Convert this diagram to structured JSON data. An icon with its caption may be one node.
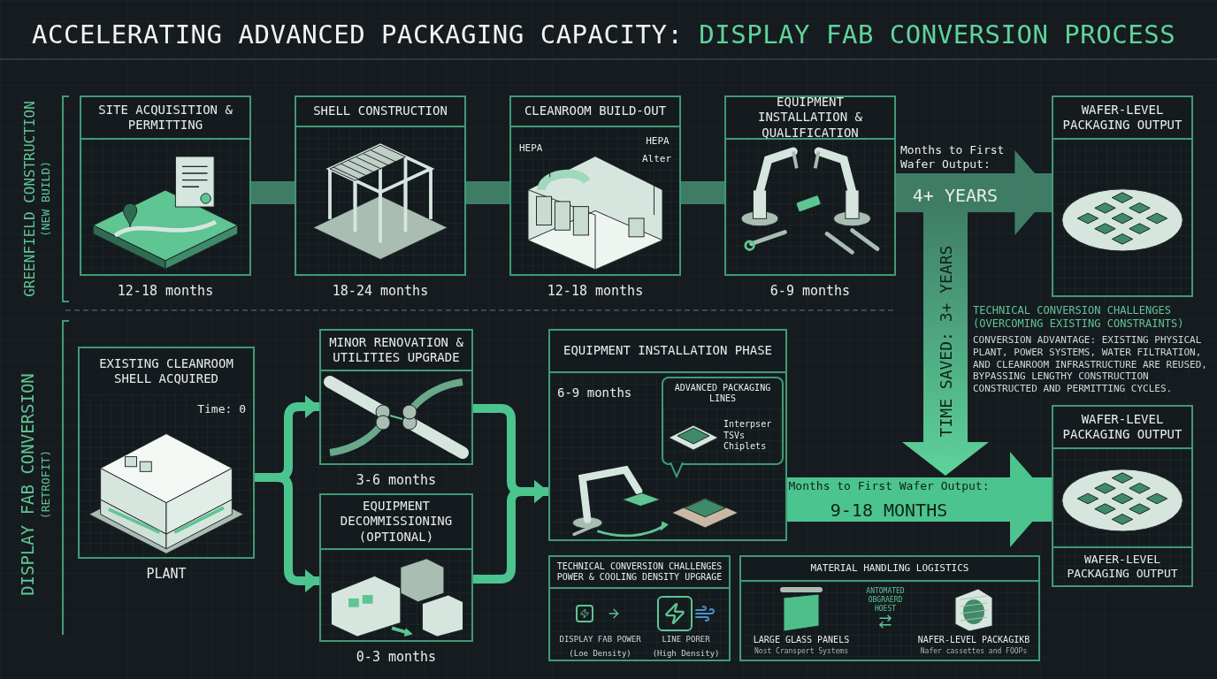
{
  "diagram": {
    "title": "ACCELERATING ADVANCED PACKAGING CAPACITY: DISPLAY FAB CONVERSION PROCESS",
    "nodes": [
      {
        "text": [
          "SITE ACQUISITION & PERMITTING"
        ],
        "beside": [
          "12-18 months"
        ]
      },
      {
        "text": [
          "SHELL CONSTRUCTION"
        ],
        "beside": [
          "18-24 months"
        ]
      },
      {
        "text": [
          "CLEANROOM BUILD-OUT",
          "HEPA",
          "HEPA Alter"
        ],
        "beside": [
          "12-18 months"
        ]
      },
      {
        "text": [
          "EQUIPMENT INSTALLATION & QUALIFICATION"
        ],
        "beside": [
          "6-9 months"
        ]
      },
      {
        "text": [
          "WAFER-LEVEL PACKAGING OUTPUT"
        ]
      },
      {
        "text": [
          "EXISTING CLEANROOM SHELL ACQUIRED",
          "Time: 0"
        ],
        "beside": [
          "PLANT"
        ]
      },
      {
        "text": [
          "MINOR RENOVATION & UTILITIES UPGRADE"
        ],
        "beside": [
          "3-6 months"
        ]
      },
      {
        "text": [
          "EQUIPMENT DECOMMISSIONING (OPTIONAL)"
        ],
        "beside": [
          "0-3 months"
        ]
      },
      {
        "text": [
          "EQUIPMENT INSTALLATION PHASE",
          "6-9 months"
        ]
      },
      {
        "text": [
          "ADVANCED PACKAGING LINES",
          "Interpser",
          "TSVs",
          "Chiplets"
        ],
        "in": 8
      },
      {
        "text": [
          "WAFER-LEVEL PACKAGING OUTPUT",
          "WAFER-LEVEL PACKAGING OUTPUT"
        ]
      },
      {
        "text": [
          "TECHNICAL CONVERSION CHALLENGES",
          "POWER & COOLING DENSITY UPGRAGE",
          "DISPLAY FAB POWER",
          "(Loe Density)",
          "LINE PORER",
          "(High Density)"
        ]
      },
      {
        "text": [
          "MATERIAL HANDLING LOGISTICS",
          "ANTOMATED OBGRAERD HOEST",
          "LARGE GLASS PANELS",
          "Nost Cranspert Systems",
          "NAFER-LEVEL PACKAGIKB",
          "Nafer cassettes and FOOPs"
        ]
      }
    ],
    "edges": [
      {
        "from": 0,
        "to": 1,
        "arrow": "none",
        "color": "#3f7c66"
      },
      {
        "from": 1,
        "to": 2,
        "arrow": "none",
        "color": "#3f7c66"
      },
      {
        "from": 2,
        "to": 3,
        "arrow": "none",
        "color": "#3f7c66"
      },
      {
        "from": 3,
        "to": 4,
        "arrow": "to",
        "color": "#3f7c66",
        "label": "Months to First Wafer Output:"
      },
      {
        "from": 5,
        "to": 6,
        "arrow": "to"
      },
      {
        "from": 5,
        "to": 7,
        "arrow": "to"
      },
      {
        "from": 6,
        "to": 8,
        "arrow": "to"
      },
      {
        "from": 7,
        "to": 8,
        "arrow": "to"
      },
      {
        "from": 8,
        "to": 10,
        "arrow": "to",
        "style": "thick",
        "label": "Months to First Wafer Output:"
      }
    ],
    "labels": [
      "GREENFIELD CONSTRUCTION",
      "(NEW BUILD)",
      "4+ YEARS",
      "TIME SAVED: 3+ YEARS",
      "TECHNICAL CONVERSION CHALLENGES (OVERCOMING EXISTING CONSTRAINTS)",
      "CONVERSION ADVANTAGE: EXISTING PHYSICAL PLANT, POWER SYSTEMS, WATER FILTRATION, AND CLEANROOM INFRASTRUCTURE ARE REUSED, BYPASSING LENGTHY CONSTRUCTION CONSTRUCTED AND PERMITTING CYCLES.",
      "DISPLAY FAB CONVERSION",
      "(RETROFIT)",
      "9-18 MONTHS"
    ]
  }
}
